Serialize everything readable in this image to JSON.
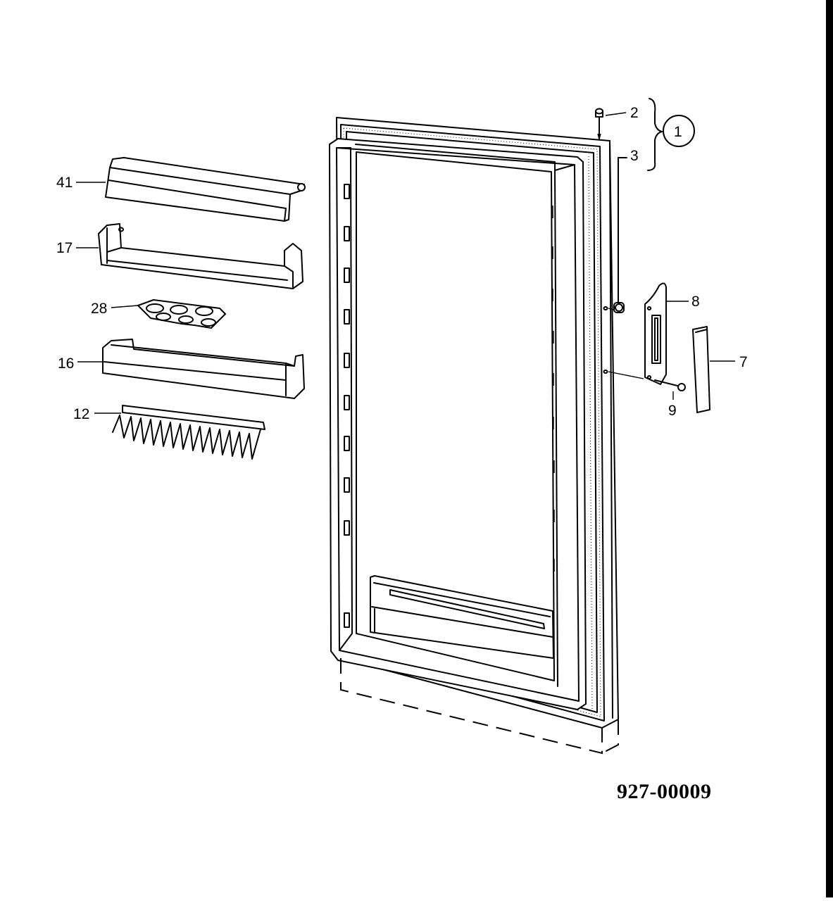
{
  "diagram": {
    "labels": {
      "p2": "2",
      "p1": "1",
      "p3": "3",
      "p41": "41",
      "p17": "17",
      "p28": "28",
      "p8": "8",
      "p7": "7",
      "p16": "16",
      "p9": "9",
      "p12": "12"
    },
    "drawing_code": "927-00009"
  }
}
